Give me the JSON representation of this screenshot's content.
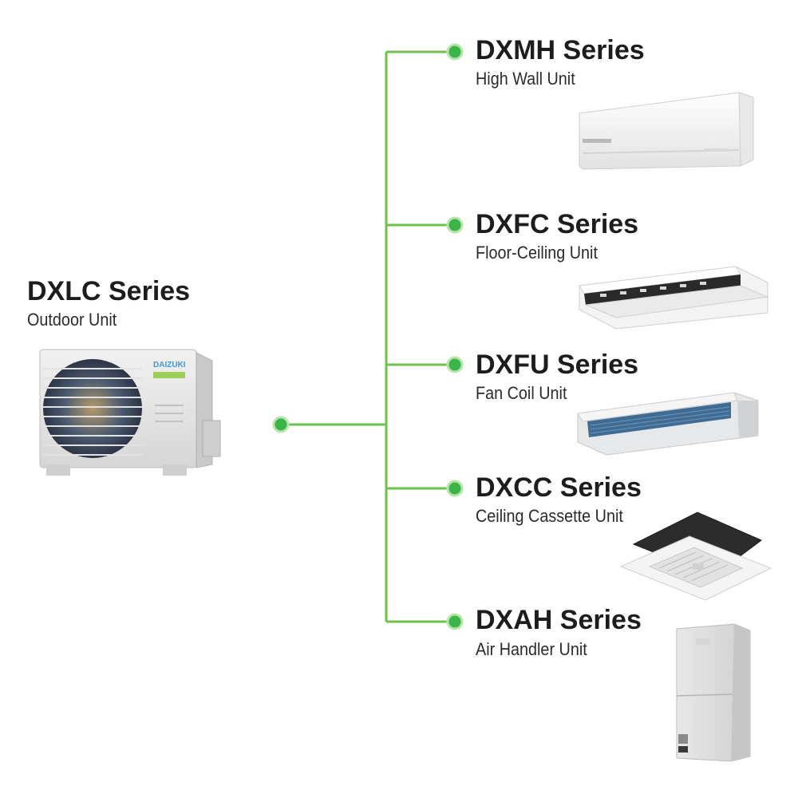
{
  "outdoor": {
    "title": "DXLC Series",
    "subtitle": "Outdoor Unit",
    "brand": "DAIZUKI"
  },
  "indoor": [
    {
      "title": "DXMH Series",
      "subtitle": "High Wall Unit"
    },
    {
      "title": "DXFC Series",
      "subtitle": "Floor-Ceiling Unit"
    },
    {
      "title": "DXFU Series",
      "subtitle": "Fan Coil Unit"
    },
    {
      "title": "DXCC Series",
      "subtitle": "Ceiling Cassette Unit"
    },
    {
      "title": "DXAH Series",
      "subtitle": "Air Handler Unit"
    }
  ],
  "colors": {
    "line": "#6cc24a",
    "node_fill": "#39b54a",
    "node_ring": "#b9e3a8",
    "text": "#1d1d1d"
  }
}
